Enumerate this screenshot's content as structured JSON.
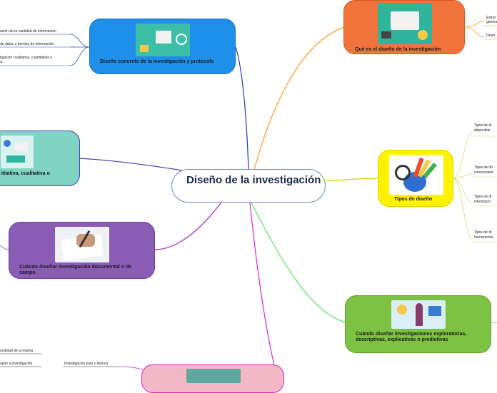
{
  "center": {
    "title": "Diseño de la investigación"
  },
  "nodes": {
    "que_es": {
      "label": "Qué es el diseño de la investigación",
      "color": "#f1733c"
    },
    "tipos": {
      "label": "Tipos de diseño",
      "color": "#fff200"
    },
    "cuando_exploratorias": {
      "label": "Cuándo diseñar investigaciones exploratorias, descriptivas, explicativas o predictivas",
      "color": "#7dc242"
    },
    "diseno_concreto": {
      "label": "Diseño concreto de la investigación y protocolo",
      "color": "#1e90ea"
    },
    "cuantitativa": {
      "label": "ititativa, cualitativa o",
      "color": "#7fd4c4"
    },
    "documental": {
      "label": "Cuándo diseñar investigación documental o de campo",
      "color": "#8a5cb4"
    },
    "bottom": {
      "label": "",
      "color": "#f2b8c6"
    }
  },
  "leaves": {
    "que_es": [
      "Estrat",
      "genera",
      "Deter"
    ],
    "tipos": [
      "Tipos de di",
      "disponible",
      "Tipos de do",
      "conocimient",
      "Tipos de di",
      "informació",
      "Tipos de di",
      "herramienta"
    ],
    "diseno_concreto": [
      "ación de la cantidad de información",
      "de datos o fuentes de información",
      "tigación cualitativa, cuantitativa o",
      "a."
    ],
    "bottom": [
      "undidad de la misma",
      "ujeto a investigación",
      "Investigación pura o teórica"
    ]
  }
}
